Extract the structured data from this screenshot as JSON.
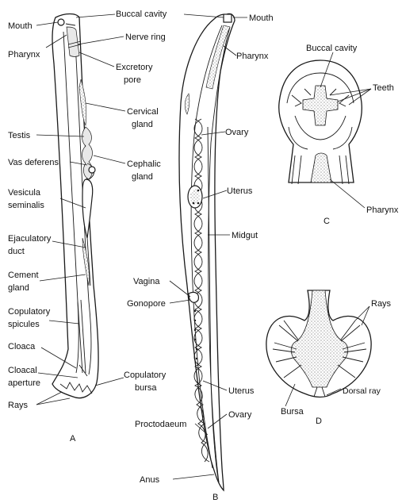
{
  "figure_a": {
    "panel_label": "A",
    "labels": {
      "mouth": "Mouth",
      "buccal_cavity": "Buccal cavity",
      "pharynx": "Pharynx",
      "nerve_ring": "Nerve ring",
      "excretory_pore_1": "Excretory",
      "excretory_pore_2": "pore",
      "cervical_gland_1": "Cervical",
      "cervical_gland_2": "gland",
      "testis": "Testis",
      "vas_deferens": "Vas deferens",
      "cephalic_gland_1": "Cephalic",
      "cephalic_gland_2": "gland",
      "vesicula_1": "Vesicula",
      "vesicula_2": "seminalis",
      "ejaculatory_1": "Ejaculatory",
      "ejaculatory_2": "duct",
      "cement_1": "Cement",
      "cement_2": "gland",
      "spicules_1": "Copulatory",
      "spicules_2": "spicules",
      "cloaca": "Cloaca",
      "cloacal_aperture_1": "Cloacal",
      "cloacal_aperture_2": "aperture",
      "rays": "Rays",
      "bursa_1": "Copulatory",
      "bursa_2": "bursa"
    }
  },
  "figure_b": {
    "panel_label": "B",
    "labels": {
      "mouth": "Mouth",
      "pharynx": "Pharynx",
      "ovary_upper": "Ovary",
      "uterus_upper": "Uterus",
      "midgut": "Midgut",
      "vagina": "Vagina",
      "gonopore": "Gonopore",
      "uterus_lower": "Uterus",
      "ovary_lower": "Ovary",
      "proctodaeum": "Proctodaeum",
      "anus": "Anus"
    }
  },
  "figure_c": {
    "panel_label": "C",
    "labels": {
      "buccal_cavity": "Buccal cavity",
      "teeth": "Teeth",
      "pharynx": "Pharynx"
    }
  },
  "figure_d": {
    "panel_label": "D",
    "labels": {
      "rays": "Rays",
      "dorsal_ray": "Dorsal ray",
      "bursa": "Bursa"
    }
  }
}
